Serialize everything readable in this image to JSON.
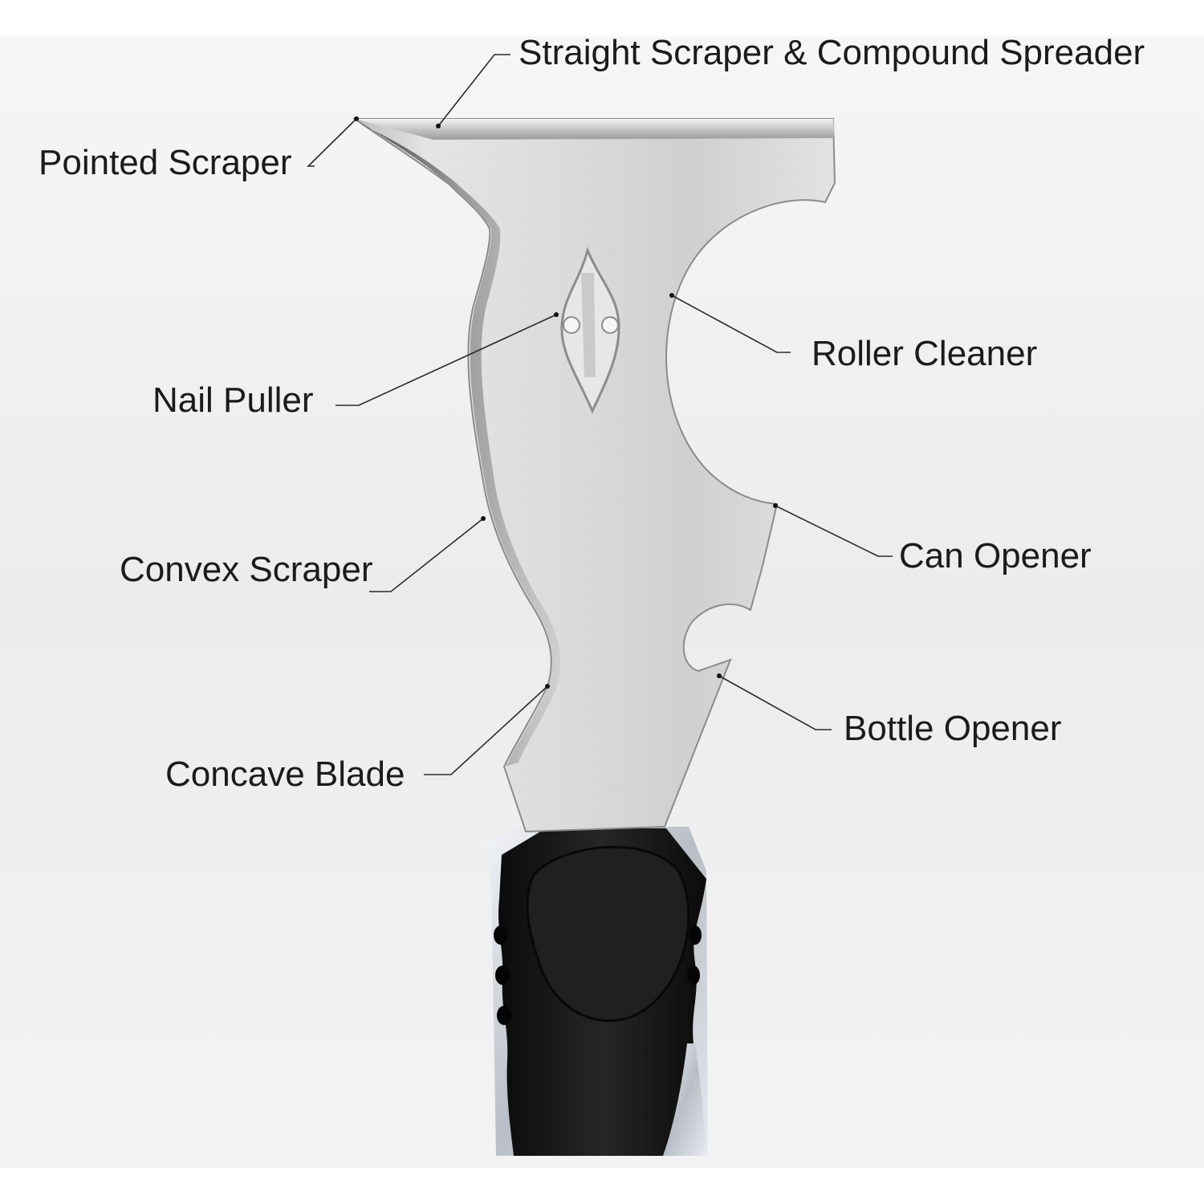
{
  "labels": {
    "straight_scraper": "Straight Scraper & Compound  Spreader",
    "pointed_scraper": "Pointed Scraper",
    "roller_cleaner": "Roller Cleaner",
    "nail_puller": "Nail Puller",
    "convex_scraper": "Convex Scraper",
    "can_opener": "Can Opener",
    "concave_blade": "Concave Blade",
    "bottle_opener": "Bottle Opener"
  },
  "colors": {
    "background": "#e9e9e9",
    "blade": "#d6d6d6",
    "handle": "#151515",
    "grip_silver": "#c9cdd3",
    "label_text": "#1b1b1b",
    "leader_line": "#2a2a2a"
  }
}
